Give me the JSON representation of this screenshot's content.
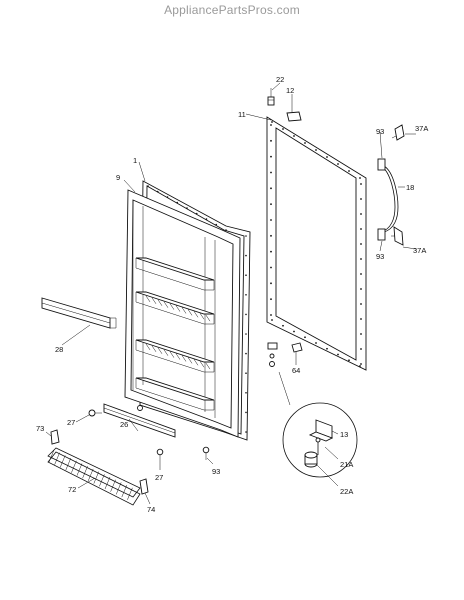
{
  "watermark": "AppliancePartsPros.com",
  "callouts": {
    "c22": "22",
    "c12": "12",
    "c11": "11",
    "c1": "1",
    "c9": "9",
    "c93a": "93",
    "c37a_top": "37A",
    "c18": "18",
    "c93b": "93",
    "c37a_bottom": "37A",
    "c28": "28",
    "c64": "64",
    "c73": "73",
    "c27a": "27",
    "c26": "26",
    "c27b": "27",
    "c93c": "93",
    "c72": "72",
    "c74": "74",
    "c13": "13",
    "c21a": "21A",
    "c22a": "22A"
  }
}
